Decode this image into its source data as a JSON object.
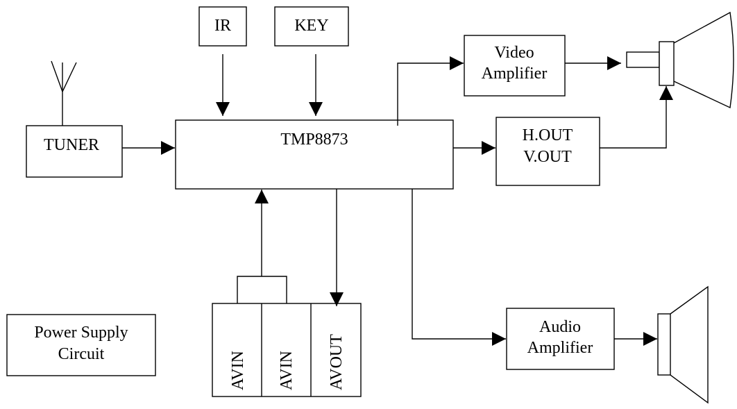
{
  "diagram": {
    "blocks": {
      "ir": "IR",
      "key": "KEY",
      "tuner": "TUNER",
      "tmp": "TMP8873",
      "video_amp": [
        "Video",
        "Amplifier"
      ],
      "hv_out": [
        "H.OUT",
        "V.OUT"
      ],
      "audio_amp": [
        "Audio",
        "Amplifier"
      ],
      "power_supply": [
        "Power Supply",
        "Circuit"
      ],
      "av_ports": [
        "AVIN",
        "AVIN",
        "AVOUT"
      ]
    }
  }
}
